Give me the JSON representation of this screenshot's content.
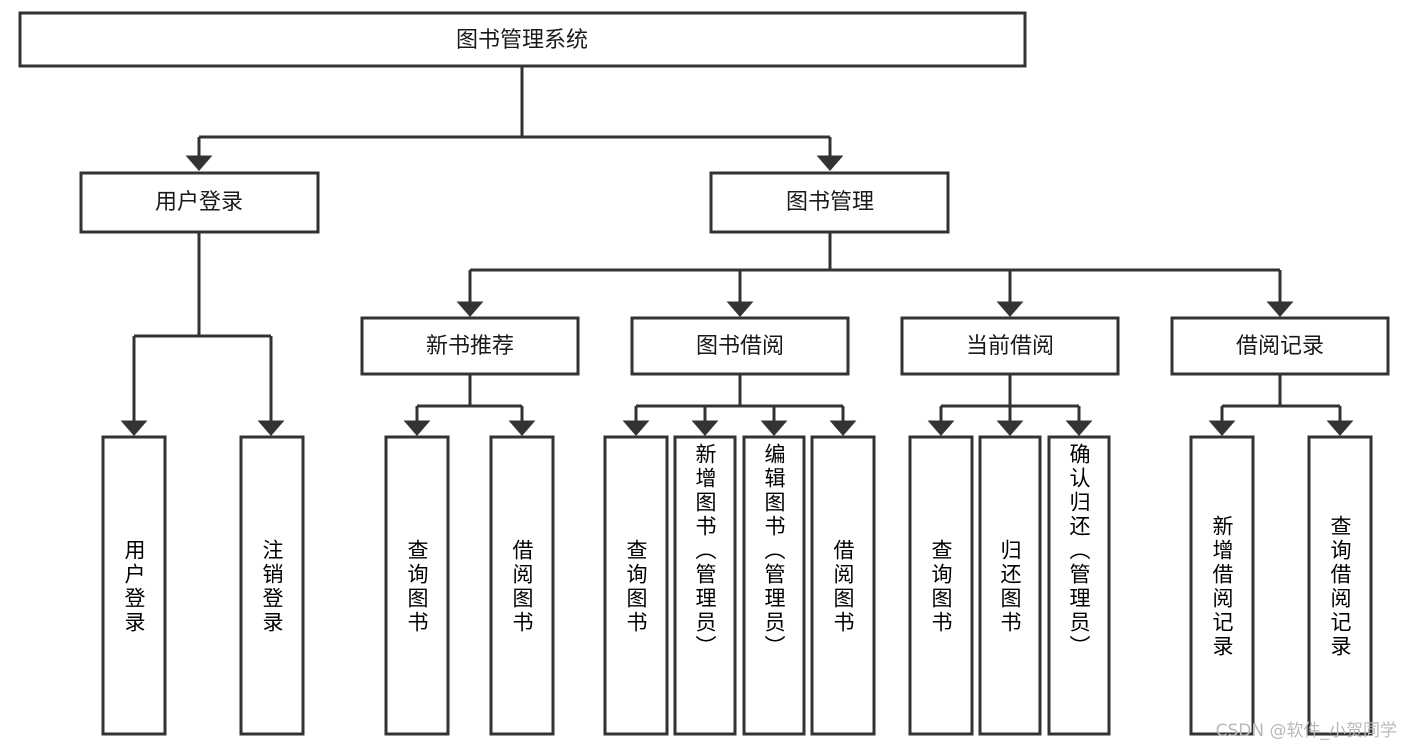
{
  "diagram": {
    "type": "tree-hierarchy",
    "title_node": {
      "label": "图书管理系统"
    },
    "level2": [
      {
        "label": "用户登录"
      },
      {
        "label": "图书管理"
      }
    ],
    "level3": [
      {
        "label": "新书推荐"
      },
      {
        "label": "图书借阅"
      },
      {
        "label": "当前借阅"
      },
      {
        "label": "借阅记录"
      }
    ],
    "leaves": {
      "user_login": [
        {
          "label": "用户登录"
        },
        {
          "label": "注销登录"
        }
      ],
      "new_book_recommend": [
        {
          "label": "查询图书"
        },
        {
          "label": "借阅图书"
        }
      ],
      "book_borrow": [
        {
          "label": "查询图书"
        },
        {
          "label": "新增图书（管理员）"
        },
        {
          "label": "编辑图书（管理员）"
        },
        {
          "label": "借阅图书"
        }
      ],
      "current_borrow": [
        {
          "label": "查询图书"
        },
        {
          "label": "归还图书"
        },
        {
          "label": "确认归还（管理员）"
        }
      ],
      "borrow_record": [
        {
          "label": "新增借阅记录"
        },
        {
          "label": "查询借阅记录"
        }
      ]
    }
  },
  "watermark": {
    "text": "CSDN @软件_小贺同学"
  },
  "colors": {
    "stroke": "#333333",
    "fill": "#ffffff",
    "text": "#1a1a1a",
    "watermark": "#b9b9b9"
  }
}
